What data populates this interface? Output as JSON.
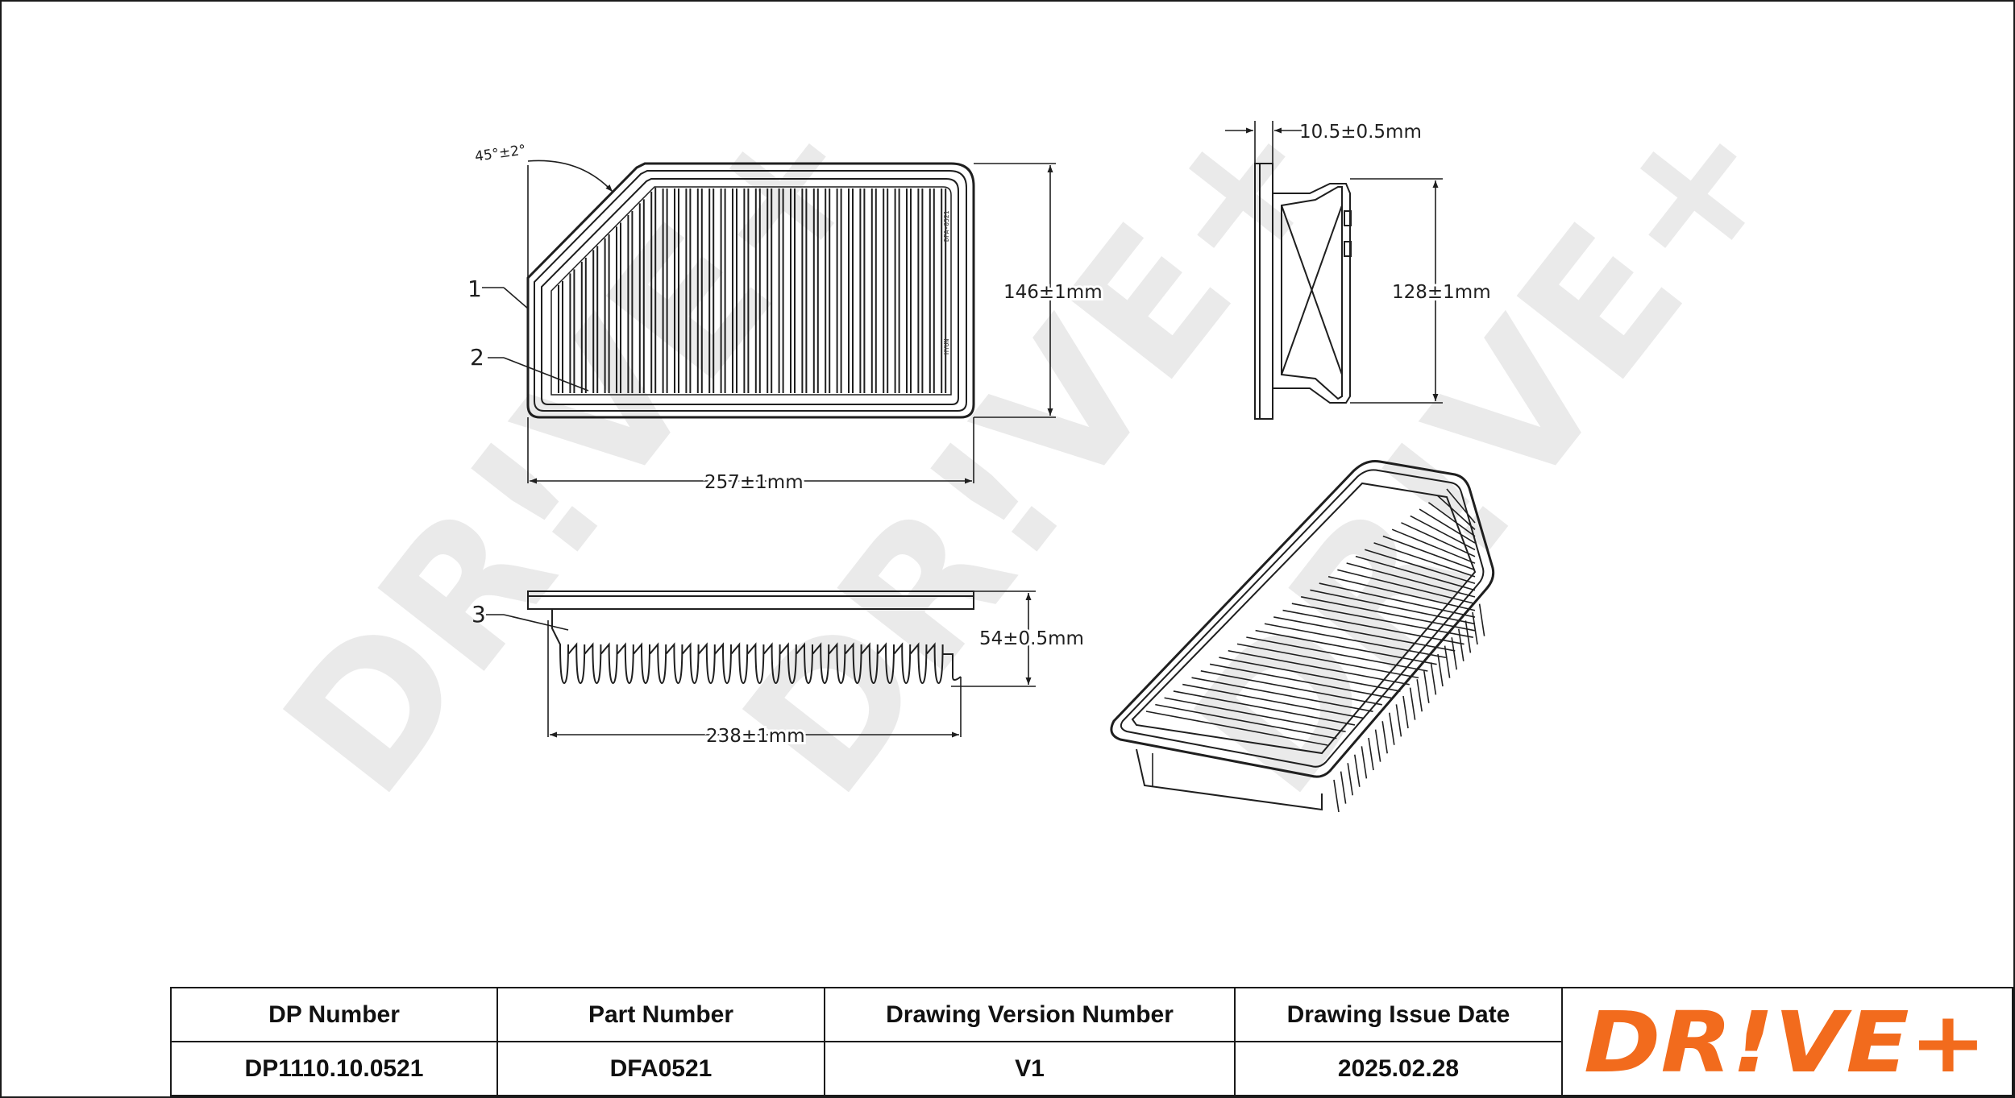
{
  "watermark": {
    "text": "DR!VE+"
  },
  "dimensions": {
    "length": "257±1mm",
    "width": "146±1mm",
    "angle": "45°±2°",
    "frame_thickness": "10.5±0.5mm",
    "inner_width": "128±1mm",
    "height": "54±0.5mm",
    "inner_length": "238±1mm"
  },
  "callouts": [
    "1",
    "2",
    "3"
  ],
  "table": {
    "headers": [
      "DP Number",
      "Part Number",
      "Drawing Version Number",
      "Drawing Issue Date"
    ],
    "values": [
      "DP1110.10.0521",
      "DFA0521",
      "V1",
      "2025.02.28"
    ]
  },
  "logo": {
    "text": "DR!VE+",
    "color": "#f26b1d"
  }
}
